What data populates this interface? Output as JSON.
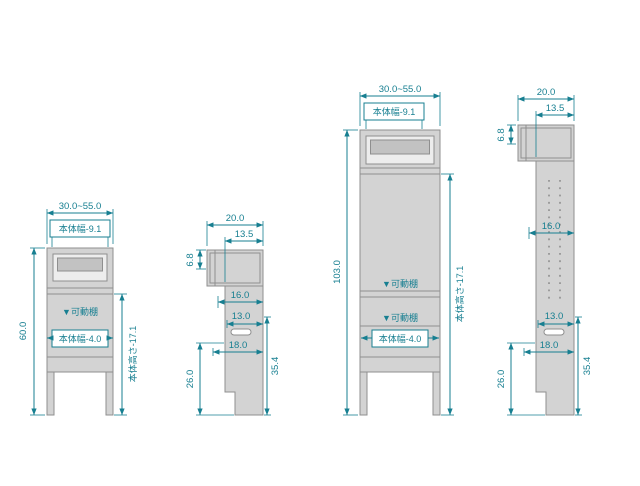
{
  "colors": {
    "dimension": "#177f91",
    "body_fill": "#d3d3d3",
    "body_stroke": "#8f8f8f",
    "window_fill": "#ededed",
    "slot_fill": "#c2c2c2",
    "label_background": "#ffffff"
  },
  "views": {
    "front_short": {
      "width_range": "30.0~55.0",
      "top_width_label": "本体幅-9.1",
      "height": "60.0",
      "shelf": "▼可動棚",
      "bottom_width_label": "本体幅-4.0",
      "inner_height_label": "本体高さ-17.1"
    },
    "side_short": {
      "depth": "20.0",
      "panel_depth": "13.5",
      "top_height": "6.8",
      "dim_16": "16.0",
      "dim_13": "13.0",
      "dim_18": "18.0",
      "dim_26": "26.0",
      "dim_35_4": "35.4"
    },
    "front_tall": {
      "width_range": "30.0~55.0",
      "top_width_label": "本体幅-9.1",
      "height": "103.0",
      "shelf_1": "▼可動棚",
      "shelf_2": "▼可動棚",
      "bottom_width_label": "本体幅-4.0",
      "inner_height_label": "本体高さ-17.1"
    },
    "side_tall": {
      "depth": "20.0",
      "panel_depth": "13.5",
      "top_height": "6.8",
      "dim_16": "16.0",
      "dim_13": "13.0",
      "dim_18": "18.0",
      "dim_26": "26.0",
      "dim_35_4": "35.4"
    }
  }
}
